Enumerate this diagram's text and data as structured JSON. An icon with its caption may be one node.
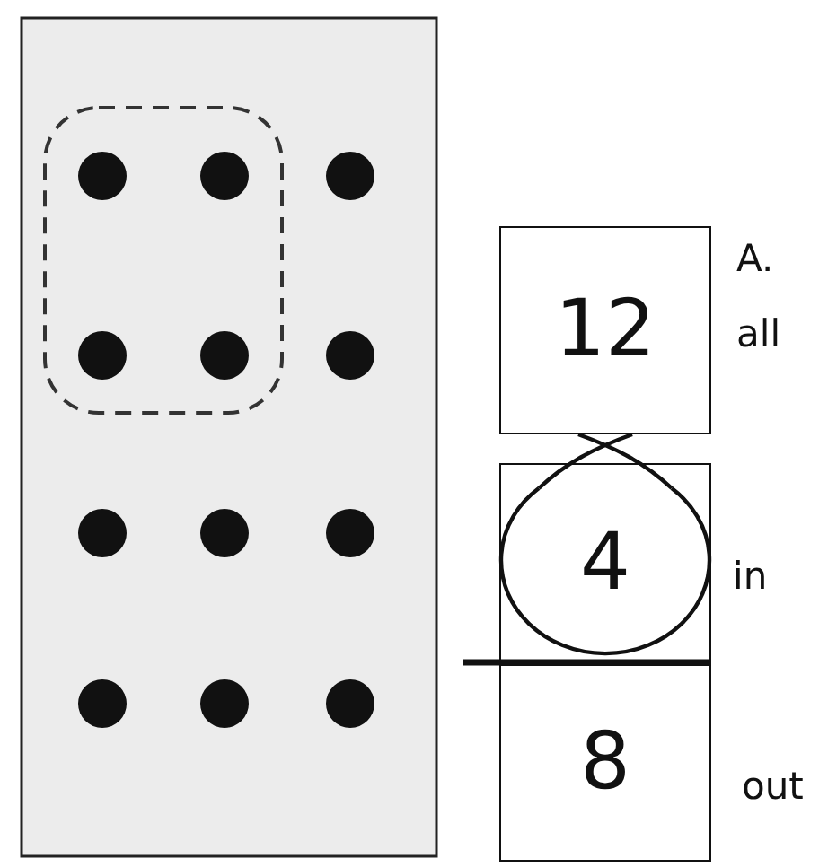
{
  "diagram": {
    "nodes": [
      {
        "text": [
          "12"
        ],
        "beside": [
          "all"
        ]
      },
      {
        "text": [
          "4"
        ],
        "beside": [
          "in"
        ]
      },
      {
        "text": [
          "8"
        ],
        "beside": [
          "out"
        ]
      }
    ],
    "labels": [
      "A."
    ]
  }
}
